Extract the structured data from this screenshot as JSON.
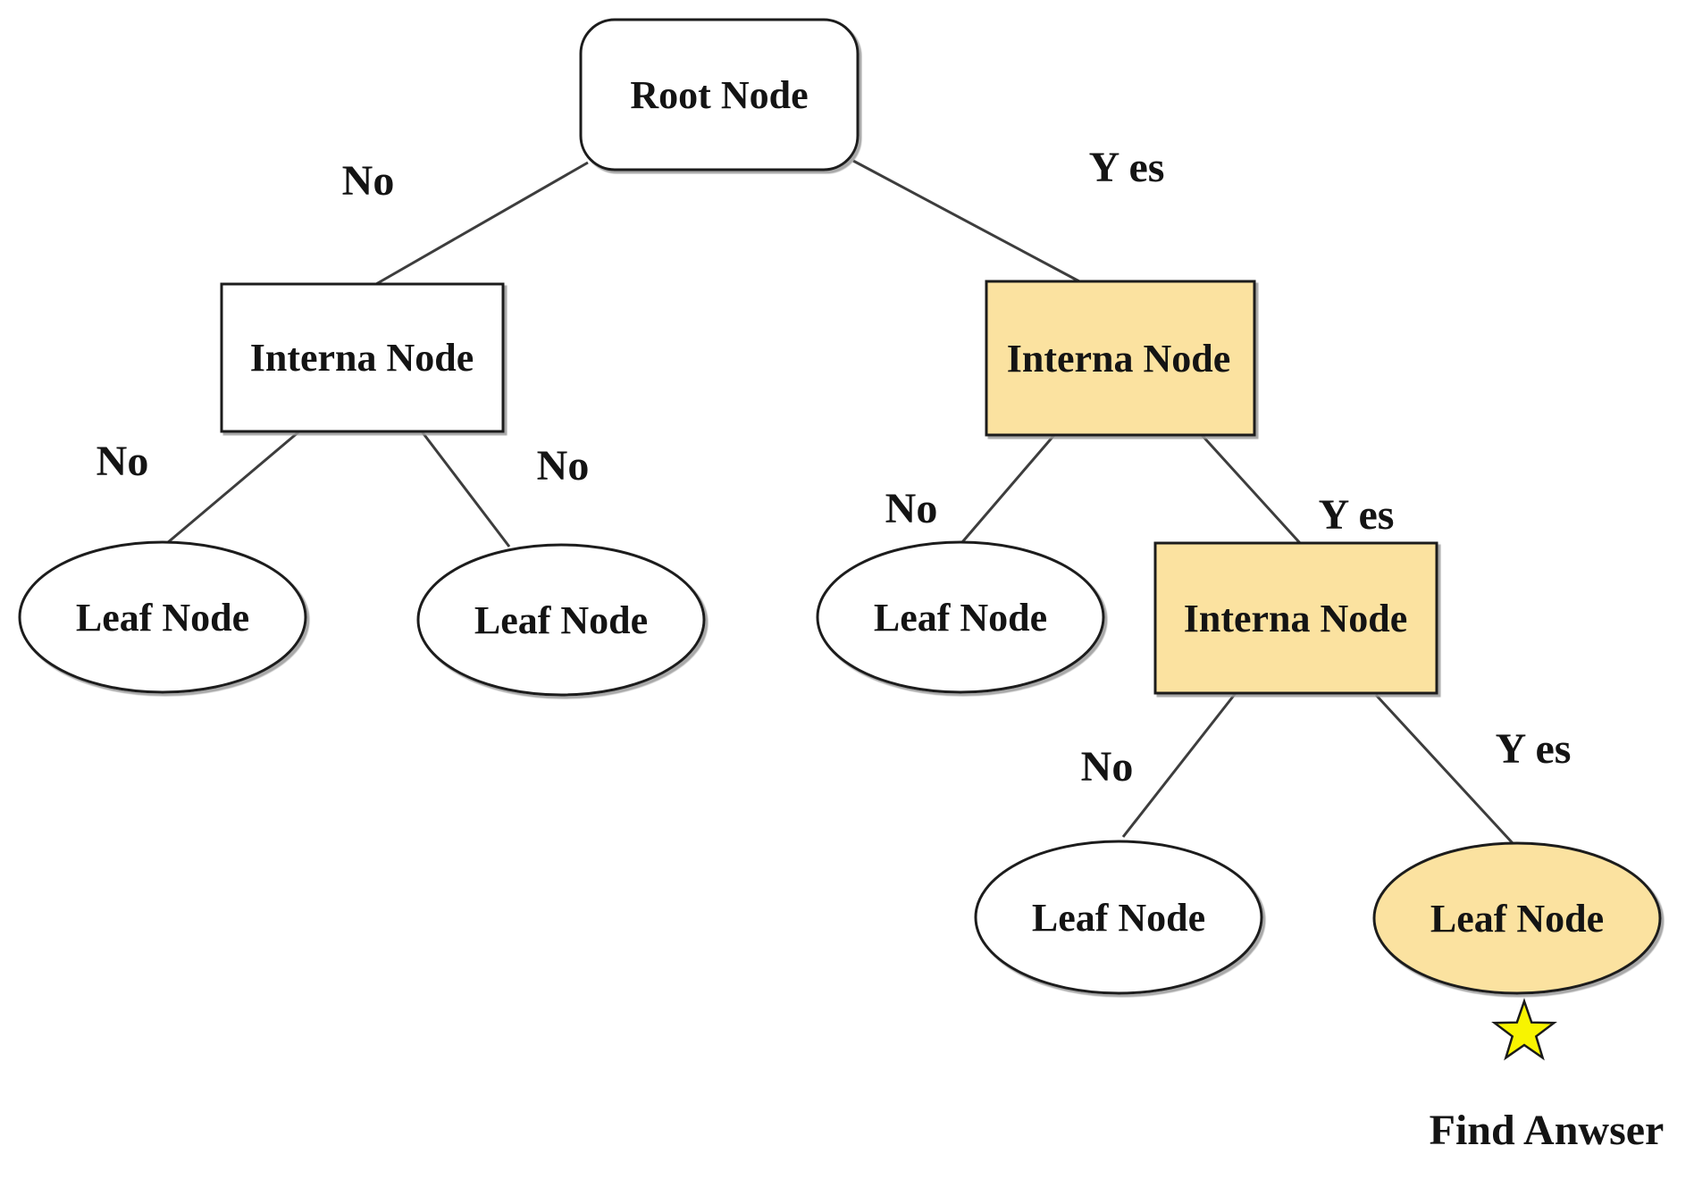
{
  "diagram": {
    "type": "decision-tree",
    "colors": {
      "highlight_fill": "#FBE2A0",
      "node_fill": "#FFFFFF",
      "star_fill": "#F8F400",
      "line": "#3D3D3D",
      "text": "#141414"
    },
    "nodes": [
      {
        "id": "root",
        "label": "Root Node",
        "shape": "rounded-rect",
        "highlighted": false
      },
      {
        "id": "internal-left",
        "label": "Interna Node",
        "shape": "rect",
        "highlighted": false
      },
      {
        "id": "internal-right-1",
        "label": "Interna Node",
        "shape": "rect",
        "highlighted": true
      },
      {
        "id": "internal-right-2",
        "label": "Interna Node",
        "shape": "rect",
        "highlighted": true
      },
      {
        "id": "leaf-1",
        "label": "Leaf Node",
        "shape": "ellipse",
        "highlighted": false
      },
      {
        "id": "leaf-2",
        "label": "Leaf Node",
        "shape": "ellipse",
        "highlighted": false
      },
      {
        "id": "leaf-3",
        "label": "Leaf Node",
        "shape": "ellipse",
        "highlighted": false
      },
      {
        "id": "leaf-4",
        "label": "Leaf Node",
        "shape": "ellipse",
        "highlighted": false
      },
      {
        "id": "leaf-5",
        "label": "Leaf Node",
        "shape": "ellipse",
        "highlighted": true
      }
    ],
    "edges": [
      {
        "from": "root",
        "to": "internal-left",
        "label": "No"
      },
      {
        "from": "root",
        "to": "internal-right-1",
        "label": "Y es"
      },
      {
        "from": "internal-left",
        "to": "leaf-1",
        "label": "No"
      },
      {
        "from": "internal-left",
        "to": "leaf-2",
        "label": "No"
      },
      {
        "from": "internal-right-1",
        "to": "leaf-3",
        "label": "No"
      },
      {
        "from": "internal-right-1",
        "to": "internal-right-2",
        "label": "Y es"
      },
      {
        "from": "internal-right-2",
        "to": "leaf-4",
        "label": "No"
      },
      {
        "from": "internal-right-2",
        "to": "leaf-5",
        "label": "Y es"
      }
    ],
    "annotation": {
      "star_icon": "star",
      "caption": "Find Anwser"
    }
  }
}
